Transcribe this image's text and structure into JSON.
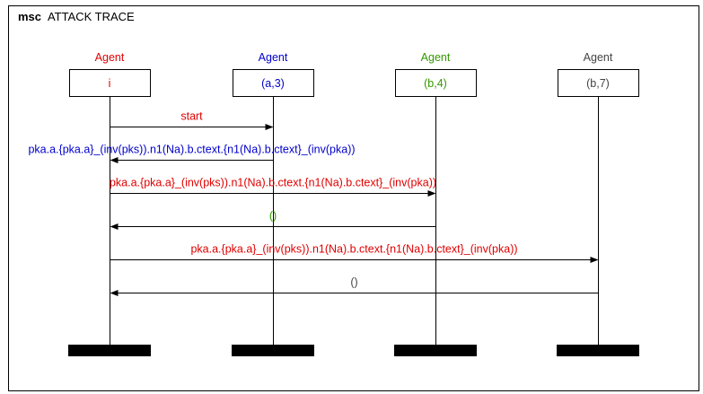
{
  "frame": {
    "keyword": "msc",
    "title": "ATTACK TRACE"
  },
  "agents": [
    {
      "kind": "Agent",
      "id": "i",
      "color": "#e00000"
    },
    {
      "kind": "Agent",
      "id": "(a,3)",
      "color": "#0000cc"
    },
    {
      "kind": "Agent",
      "id": "(b,4)",
      "color": "#339900"
    },
    {
      "kind": "Agent",
      "id": "(b,7)",
      "color": "#444444"
    }
  ],
  "messages": [
    {
      "from": 0,
      "to": 1,
      "label": "start",
      "color": "#e00000"
    },
    {
      "from": 1,
      "to": 0,
      "label": "pka.a.{pka.a}_(inv(pks)).n1(Na).b.ctext.{n1(Na).b.ctext}_(inv(pka))",
      "color": "#0000cc"
    },
    {
      "from": 0,
      "to": 2,
      "label": "pka.a.{pka.a}_(inv(pks)).n1(Na).b.ctext.{n1(Na).b.ctext}_(inv(pka))",
      "color": "#e00000"
    },
    {
      "from": 2,
      "to": 0,
      "label": "()",
      "color": "#339900"
    },
    {
      "from": 0,
      "to": 3,
      "label": "pka.a.{pka.a}_(inv(pks)).n1(Na).b.ctext.{n1(Na).b.ctext}_(inv(pka))",
      "color": "#e00000"
    },
    {
      "from": 3,
      "to": 0,
      "label": "()",
      "color": "#444444"
    }
  ]
}
